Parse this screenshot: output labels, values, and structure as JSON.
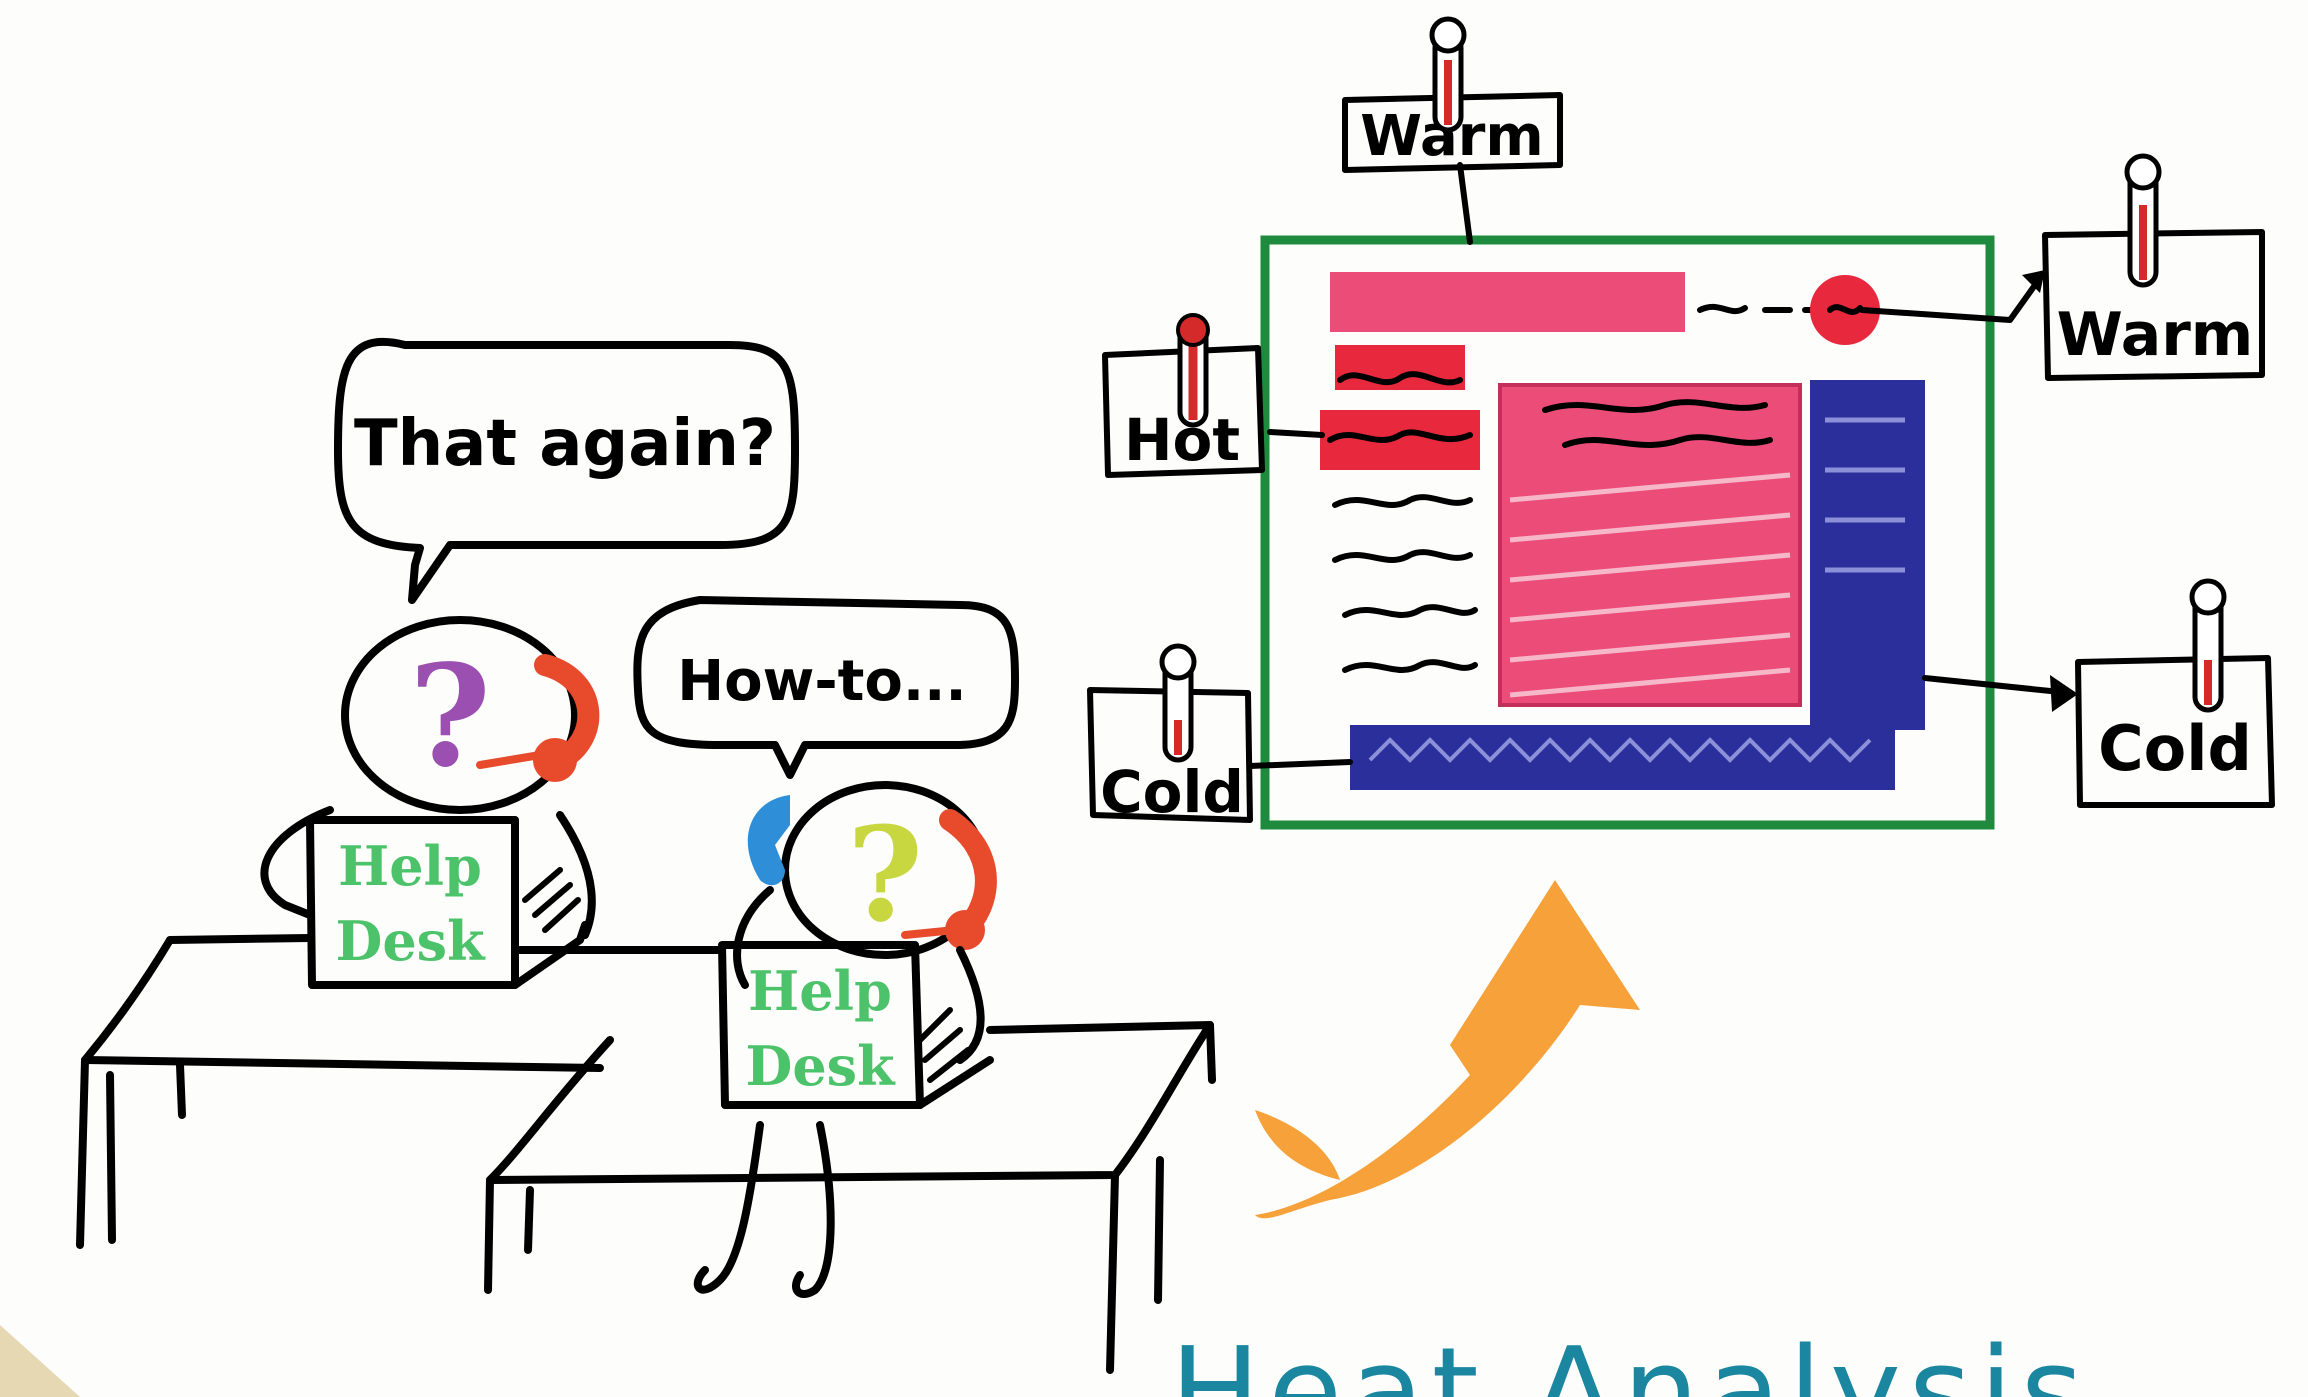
{
  "bubbles": {
    "left": "That again?",
    "right": "How-to..."
  },
  "desk_screens": {
    "first": [
      "Help",
      "Desk"
    ],
    "second": [
      "Help",
      "Desk"
    ]
  },
  "heatmap_labels": {
    "top": "Warm",
    "left_top": "Hot",
    "left_bottom": "Cold",
    "right_top": "Warm",
    "right_bottom": "Cold"
  },
  "footer_title": "Heat Analysis",
  "colors": {
    "hot": "#e8283c",
    "warm": "#ec4d78",
    "cold": "#2b2f9c",
    "frame": "#1e8a3e",
    "arrow": "#f6a13a",
    "help_desk": "#4cc36a",
    "footer": "#1a86a0"
  }
}
